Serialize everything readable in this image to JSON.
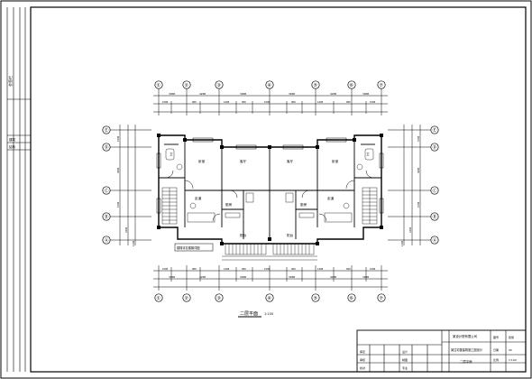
{
  "drawing": {
    "plan_caption": "二层平面",
    "plan_scale": "1:100",
    "stair_note": "楼梯详见楼梯详图",
    "room_labels": [
      {
        "id": "bedroom-left",
        "text": "卧室"
      },
      {
        "id": "bedroom-right",
        "text": "卧室"
      },
      {
        "id": "living-left",
        "text": "客厅"
      },
      {
        "id": "living-right",
        "text": "客厅"
      },
      {
        "id": "bath-left",
        "text": "卫"
      },
      {
        "id": "bath-right",
        "text": "卫"
      },
      {
        "id": "kitchen-left",
        "text": "厨房"
      },
      {
        "id": "kitchen-right",
        "text": "厨房"
      },
      {
        "id": "hall-left",
        "text": "走道"
      },
      {
        "id": "hall-right",
        "text": "走道"
      },
      {
        "id": "balcony-left",
        "text": "阳台"
      },
      {
        "id": "balcony-right",
        "text": "阳台"
      }
    ]
  },
  "axes": {
    "top": [
      "①",
      "②",
      "③",
      "④",
      "⑤",
      "⑥",
      "⑦"
    ],
    "left": [
      "Ⓔ",
      "Ⓓ",
      "Ⓒ",
      "Ⓑ",
      "Ⓐ"
    ],
    "right": [
      "Ⓔ",
      "Ⓓ",
      "Ⓒ",
      "Ⓑ",
      "Ⓐ"
    ]
  },
  "dimensions": {
    "top_outer": [
      "3900",
      "4200",
      "3900",
      "3900",
      "4200",
      "3900"
    ],
    "top_inner": [
      "1500",
      "900",
      "1200",
      "900",
      "1500",
      "900",
      "1200",
      "900",
      "1500"
    ],
    "bottom_outer": [
      "3900",
      "4200",
      "3900",
      "3900",
      "4200",
      "3900"
    ],
    "bottom_inner": [
      "1500",
      "900",
      "1200",
      "900",
      "1500",
      "900",
      "1200",
      "900",
      "1500"
    ],
    "left": [
      "1500",
      "3600",
      "1500",
      "2400",
      "1200"
    ],
    "right": [
      "1500",
      "3600",
      "1500",
      "2400",
      "1200"
    ]
  },
  "title_block": {
    "company": "某设计院有限公司",
    "project": "某住宅楼建筑施工图设计",
    "drawing_name": "二层平面",
    "labels": [
      "审定",
      "审核",
      "校对",
      "设计",
      "制图",
      "专业",
      "图号",
      "日期",
      "比例"
    ],
    "values": [
      "建施",
      "05",
      "1:100"
    ]
  },
  "margin_column": {
    "labels": [
      "会签栏",
      "建筑",
      "结构"
    ]
  }
}
